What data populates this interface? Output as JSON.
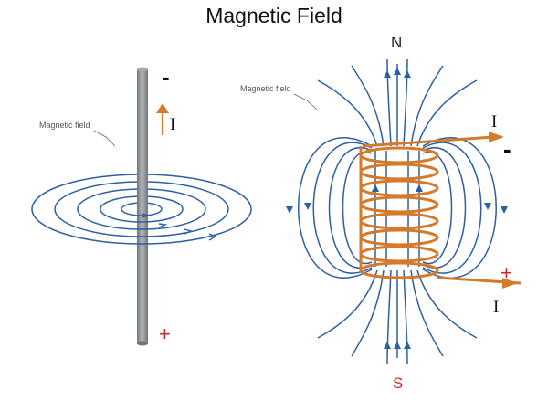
{
  "title": "Magnetic Field",
  "wire_diagram": {
    "field_label": "Magnetic field",
    "top_sign": "-",
    "bottom_sign": "+",
    "current_label": "I"
  },
  "coil_diagram": {
    "field_label": "Magnetic field",
    "north_label": "N",
    "south_label": "S",
    "top_current_label": "I",
    "bottom_current_label": "I",
    "top_sign": "-",
    "bottom_sign": "+"
  },
  "colors": {
    "field_lines": "#2d5fa3",
    "conductor": "#d47a2a",
    "wire_rod": "#8e9297",
    "negative": "#111111",
    "positive": "#c0302a"
  },
  "icons": [
    "current-arrow-icon",
    "field-direction-arrow-icon"
  ]
}
